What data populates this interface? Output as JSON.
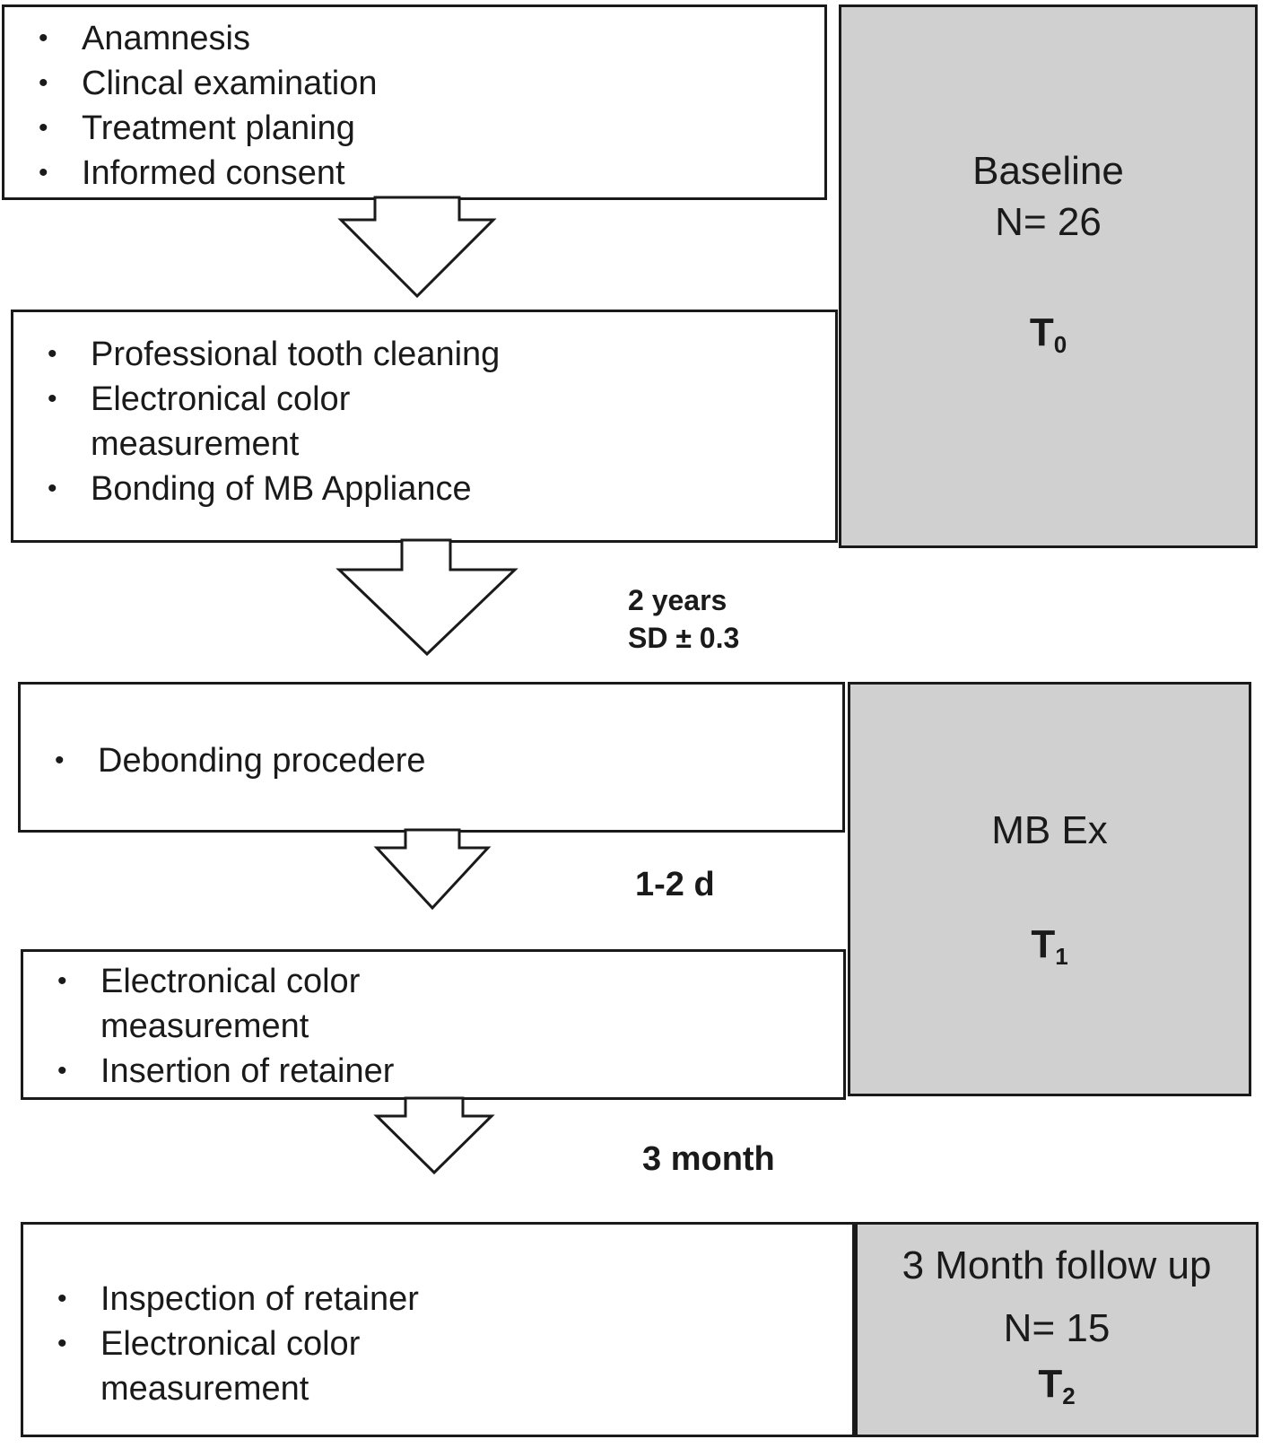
{
  "step1": {
    "items": [
      "Anamnesis",
      "Clincal examination",
      "Treatment planing",
      "Informed consent"
    ]
  },
  "step2": {
    "items": [
      "Professional tooth cleaning",
      "Electronical color measurement",
      "Bonding of MB Appliance"
    ]
  },
  "step3": {
    "items": [
      "Debonding procedere"
    ]
  },
  "step4": {
    "items": [
      "Electronical color measurement",
      "Insertion of retainer"
    ]
  },
  "step5": {
    "items": [
      "Inspection of retainer",
      "Electronical color measurement"
    ]
  },
  "intervals": {
    "first_line1": "2 years",
    "first_line2": "SD ± 0.3",
    "second": "1-2 d",
    "third": "3 month"
  },
  "stages": {
    "baseline": {
      "name": "Baseline",
      "n": "N= 26",
      "tp_letter": "T",
      "tp_sub": "0"
    },
    "mbex": {
      "name": "MB Ex",
      "tp_letter": "T",
      "tp_sub": "1"
    },
    "followup": {
      "name": "3 Month follow up",
      "n": "N= 15",
      "tp_letter": "T",
      "tp_sub": "2"
    }
  }
}
